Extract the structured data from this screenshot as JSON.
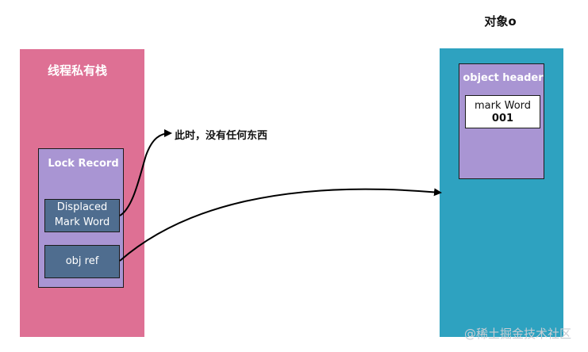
{
  "thread_stack": {
    "title": "线程私有栈",
    "lock_record": {
      "title": "Lock Record",
      "displaced_mark_word": "Displaced Mark Word",
      "obj_ref": "obj ref"
    },
    "color": "#de7094"
  },
  "object": {
    "title": "对象o",
    "header_title": "object header",
    "mark_word_label": "mark Word",
    "mark_word_bits": "001",
    "color": "#2ea2c0"
  },
  "note": "此时，没有任何东西",
  "watermark": "@稀土掘金技术社区",
  "colors": {
    "lock_record": "#a995d3",
    "slot": "#4f6d8f"
  }
}
